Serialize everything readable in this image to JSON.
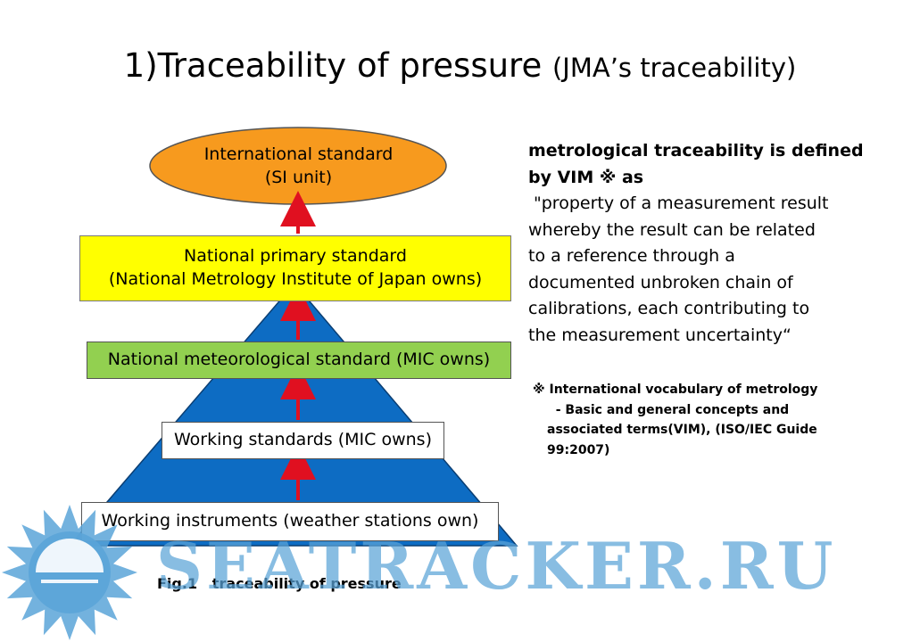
{
  "title": {
    "main": "1)Traceability of pressure",
    "sub": "(JMA’s traceability)"
  },
  "diagram": {
    "international": [
      "International  standard",
      "(SI unit)"
    ],
    "national_primary": [
      "National primary standard",
      "(National Metrology Institute of Japan owns)"
    ],
    "national_meteorological": "National meteorological standard (MIC owns)",
    "working_standards": "Working standards (MIC owns)",
    "working_instruments": "Working instruments (weather stations own)",
    "caption": "Fig.1   traceability of pressure"
  },
  "definition": {
    "heading_line1": "metrological traceability is defined",
    "heading_line2": "by VIM ※ as",
    "lines": [
      " \"property of a measurement result",
      "whereby the result can be related",
      "to a reference through a",
      "documented unbroken chain of",
      "calibrations, each contributing to",
      "the measurement uncertainty“"
    ]
  },
  "footnote": {
    "lines": [
      "※ International vocabulary of metrology",
      "  - Basic and general concepts and",
      "associated terms(VIM), (ISO/IEC Guide",
      "99:2007)"
    ]
  },
  "watermark": {
    "text": "SEATRACKER.RU",
    "icon": "sun-icon",
    "color": "#5ba4d8"
  },
  "colors": {
    "pyramid": "#0d6cc3",
    "international": "#f79a1e",
    "primary": "#ffff00",
    "meteorological": "#92d050",
    "arrow": "#e01020"
  }
}
